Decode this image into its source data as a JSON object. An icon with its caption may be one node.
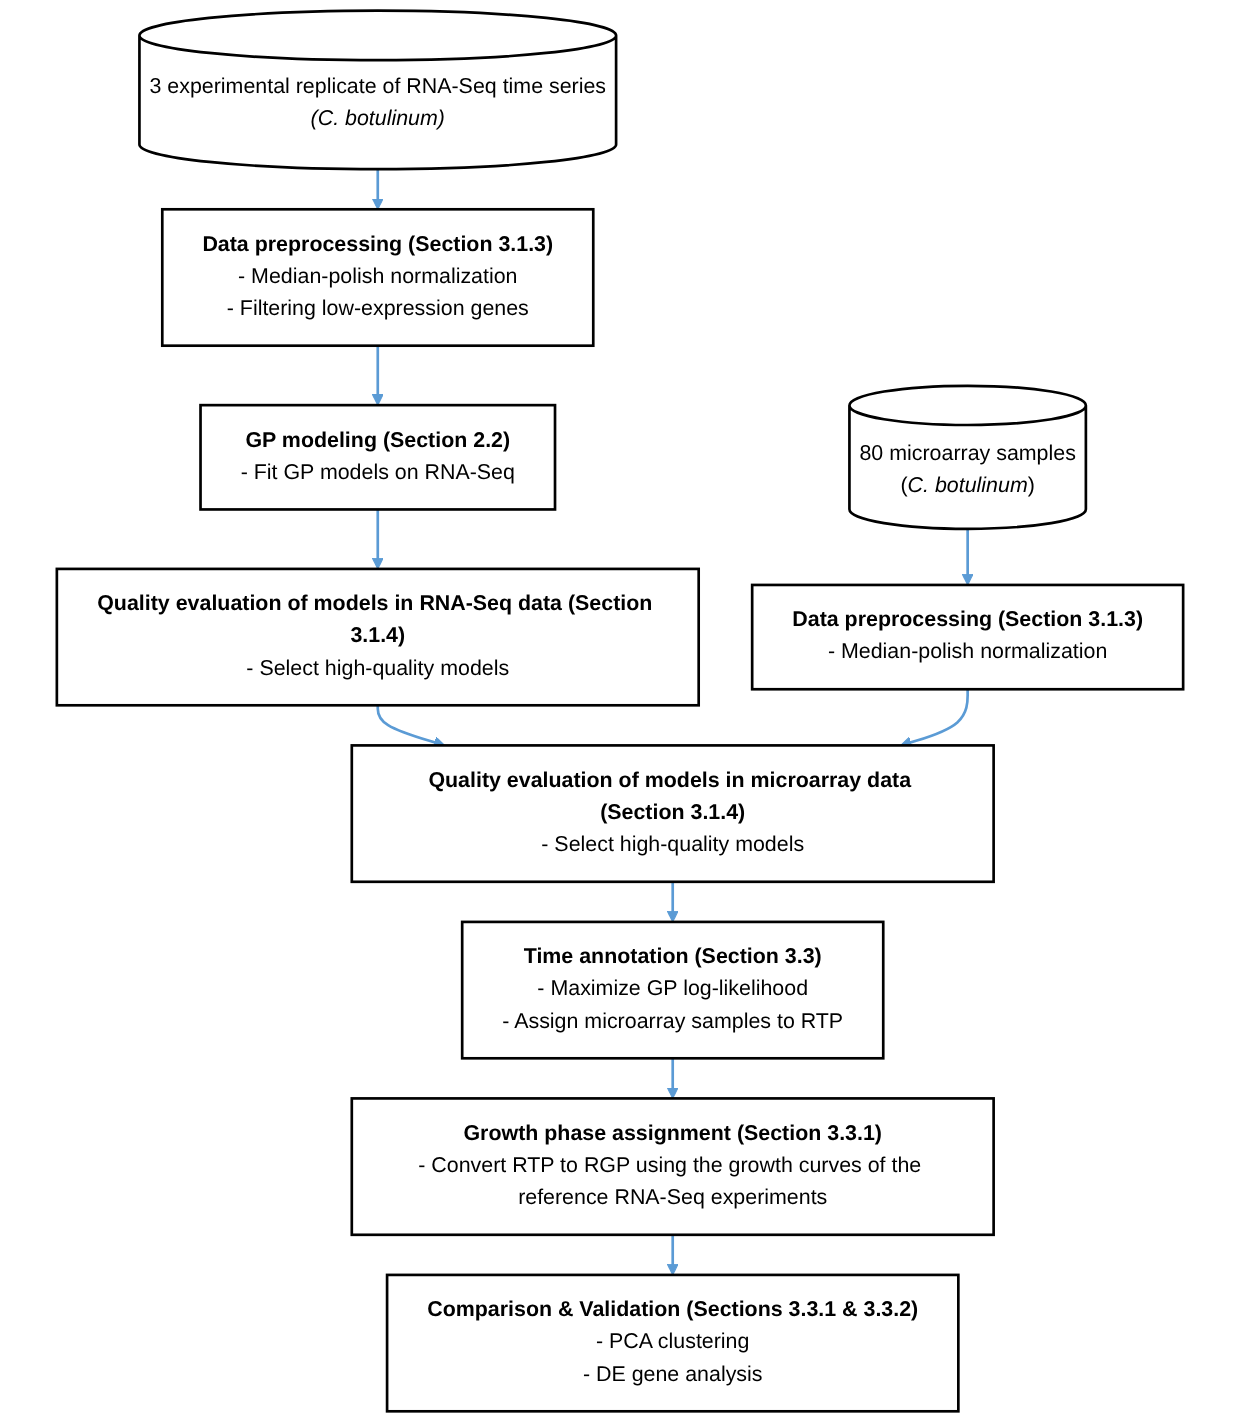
{
  "diagram": {
    "nodes": [
      {
        "text": [
          "3 experimental replicate of RNA-Seq time series",
          "*(C. botulinum)*"
        ]
      },
      {
        "text": [
          "Data preprocessing (Section 3.1.3)",
          "- Median-polish normalization",
          "- Filtering low-expression genes"
        ]
      },
      {
        "text": [
          "GP modeling (Section 2.2)",
          "- Fit GP models on RNA-Seq"
        ]
      },
      {
        "text": [
          "80 microarray samples",
          "(*C. botulinum*)"
        ]
      },
      {
        "text": [
          "Quality evaluation of models in RNA-Seq data (Section 3.1.4)",
          "- Select high-quality models"
        ]
      },
      {
        "text": [
          "Data preprocessing (Section 3.1.3)",
          "- Median-polish normalization"
        ]
      },
      {
        "text": [
          "Quality evaluation of models in microarray data (Section 3.1.4)",
          "- Select high-quality models"
        ]
      },
      {
        "text": [
          "Time annotation (Section 3.3)",
          "- Maximize GP log-likelihood",
          "- Assign microarray samples to RTP"
        ]
      },
      {
        "text": [
          "Growth phase assignment (Section 3.3.1)",
          "- Convert RTP to RGP using the growth curves of the reference RNA-Seq experiments"
        ]
      },
      {
        "text": [
          "Comparison & Validation (Sections 3.3.1 & 3.3.2)",
          "- PCA clustering",
          "- DE gene analysis"
        ]
      }
    ],
    "edges": [
      {
        "from": 0,
        "to": 1,
        "arrow": "to"
      },
      {
        "from": 1,
        "to": 2,
        "arrow": "to"
      },
      {
        "from": 2,
        "to": 4,
        "arrow": "to"
      },
      {
        "from": 3,
        "to": 5,
        "arrow": "to"
      },
      {
        "from": 4,
        "to": 6,
        "arrow": "to"
      },
      {
        "from": 5,
        "to": 6,
        "arrow": "to"
      },
      {
        "from": 6,
        "to": 7,
        "arrow": "to"
      },
      {
        "from": 7,
        "to": 8,
        "arrow": "to"
      },
      {
        "from": 8,
        "to": 9,
        "arrow": "to"
      }
    ]
  }
}
